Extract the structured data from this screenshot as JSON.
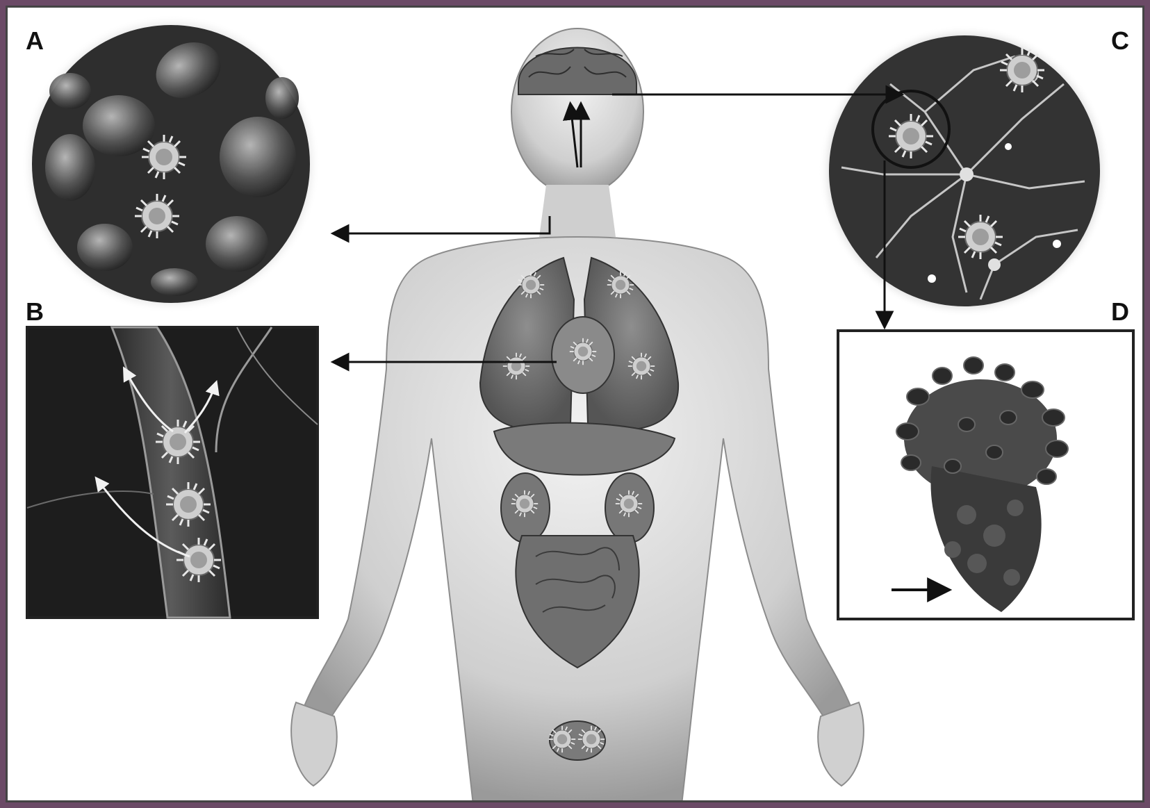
{
  "panels": {
    "a": {
      "label": "A"
    },
    "b": {
      "label": "B"
    },
    "c": {
      "label": "C"
    },
    "d": {
      "label": "D"
    }
  },
  "colors": {
    "background": "#ffffff",
    "frame_border": "#6b4a66",
    "ink": "#111111",
    "skin": "#d8d8d8"
  }
}
